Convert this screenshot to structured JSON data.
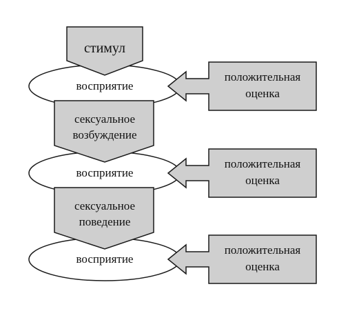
{
  "diagram": {
    "stimulus": "стимул",
    "stages": [
      {
        "perception": "восприятие",
        "evaluation": [
          "положительная",
          "оценка"
        ]
      },
      {
        "perception": "восприятие",
        "evaluation": [
          "положительная",
          "оценка"
        ]
      },
      {
        "perception": "восприятие",
        "evaluation": [
          "положительная",
          "оценка"
        ]
      }
    ],
    "arousal": [
      "сексуальное",
      "возбуждение"
    ],
    "behavior": [
      "сексуальное",
      "поведение"
    ]
  },
  "colors": {
    "box_fill": "#cfcfcf",
    "ellipse_fill": "#ffffff",
    "stroke": "#1a1a1a"
  }
}
